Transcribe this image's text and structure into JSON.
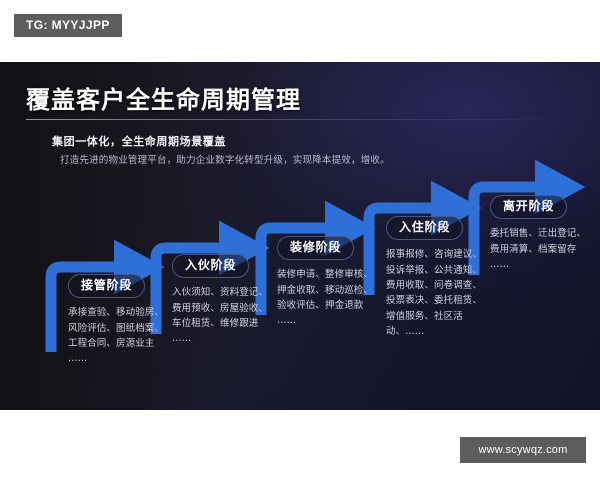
{
  "watermark_tag": {
    "label": "TG: MYYJJPP"
  },
  "slide": {
    "title": "覆盖客户全生命周期管理",
    "subtitle_heading": "集团一体化，全生命周期场景覆盖",
    "subtitle_text": "打造先进的物业管理平台，助力企业数字化转型升级，实现降本提效，增收。",
    "accent_color": "#2f6fd8",
    "panel_color": "#17172b",
    "pill_border_color": "#4d5680",
    "steps": [
      {
        "label": "接管阶段",
        "body": "承接查验、移动验房、风险评估、图纸档案、工程合同、房源业主 ……"
      },
      {
        "label": "入伙阶段",
        "body": "入伙须知、资料登记、费用预收、房屋验收、车位租赁、维修跟进 ……"
      },
      {
        "label": "装修阶段",
        "body": "装修申请、整修审核、押金收取、移动巡检、验收评估、押金退款 ……"
      },
      {
        "label": "入住阶段",
        "body": "报事报修、咨询建议、投诉举报、公共通知、费用收取、问卷调查、投票表决、委托租赁、增值服务、社区活动、……"
      },
      {
        "label": "离开阶段",
        "body": "委托销售、迁出登记、费用清算、档案留存 ……"
      }
    ]
  },
  "footer": {
    "site_label": "www.scywqz.com"
  }
}
